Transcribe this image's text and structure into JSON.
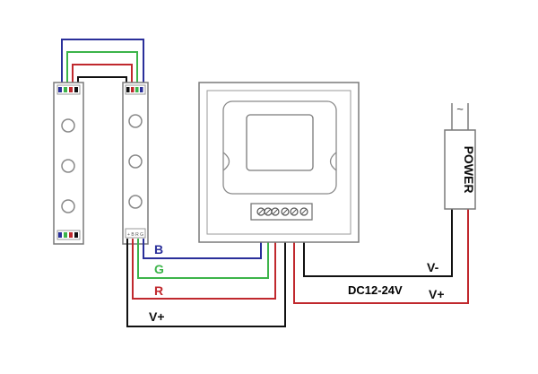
{
  "colors": {
    "blue": "#2a2f9a",
    "green": "#3cb44a",
    "red": "#c0282d",
    "black": "#111111",
    "outline": "#7a7a7a",
    "panel": "#ffffff"
  },
  "wire_labels": {
    "b": "B",
    "g": "G",
    "r": "R",
    "vplus_strip": "V+"
  },
  "power_supply": {
    "label": "POWER",
    "input_symbol": "~",
    "out_neg": "V-",
    "out_pos": "V+"
  },
  "supply_voltage": "DC12-24V",
  "led_strip": {
    "pin_text": "+ B R G"
  },
  "icons": [
    "led-strip-icon",
    "controller-panel-icon",
    "terminal-screw-icon",
    "power-supply-icon"
  ]
}
